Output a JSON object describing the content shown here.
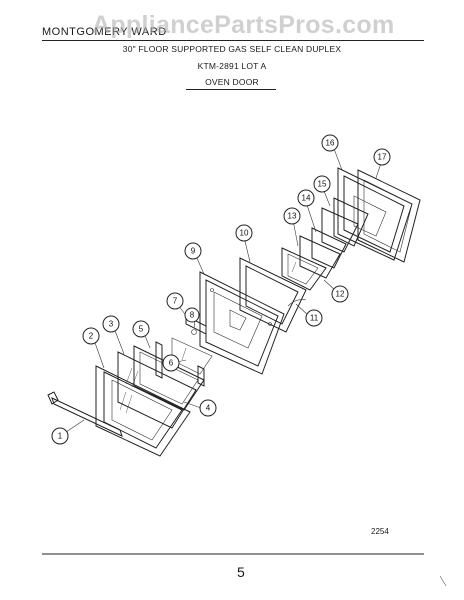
{
  "header": {
    "brand": "MONTGOMERY WARD",
    "watermark": "AppliancePartsPros.com",
    "title": "30\" FLOOR SUPPORTED GAS SELF CLEAN DUPLEX",
    "model": "KTM-2891 LOT A",
    "section": "OVEN DOOR"
  },
  "sheet_number": "2254",
  "footer_mark": "5",
  "callouts": [
    "1",
    "2",
    "3",
    "4",
    "5",
    "6",
    "7",
    "8",
    "9",
    "10",
    "11",
    "12",
    "13",
    "14",
    "15",
    "16",
    "17"
  ]
}
